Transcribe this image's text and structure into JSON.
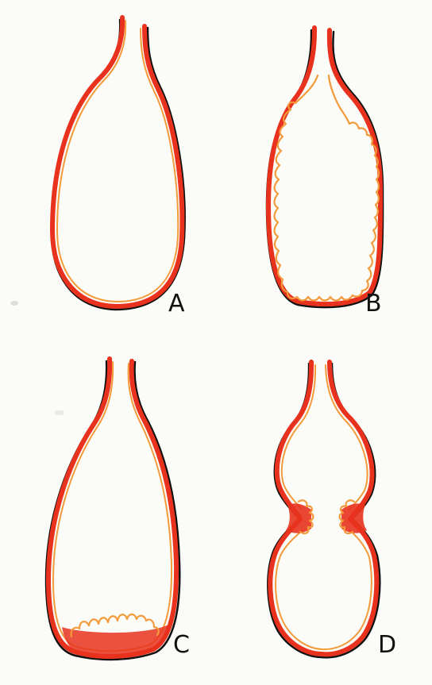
{
  "figure": {
    "panels": [
      {
        "label": "A"
      },
      {
        "label": "B"
      },
      {
        "label": "C"
      },
      {
        "label": "D"
      }
    ],
    "colors": {
      "outer_wall": "#e8321e",
      "inner_wall": "#f39a3a",
      "shadow_line": "#111111",
      "background": "#fbfbf8"
    }
  }
}
